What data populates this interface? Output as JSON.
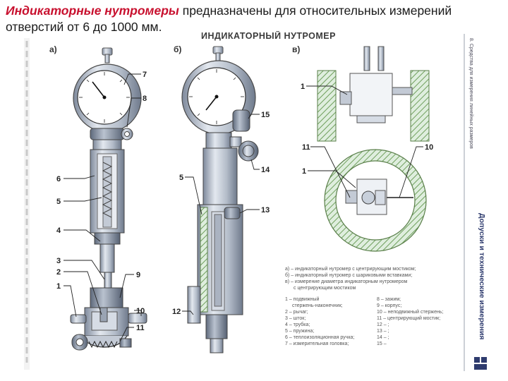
{
  "heading": {
    "emphasis": "Индикаторные нутромеры",
    "rest": " предназначены для относительных измерений отверстий от 6 до 1000 мм."
  },
  "sheet": {
    "title": "ИНДИКАТОРНЫЙ НУТРОМЕР",
    "side_title": "Допуски и технические измерения",
    "side_subtitle": "8. Средства для измерения линейных размеров",
    "sections": [
      "а)",
      "б)",
      "в)"
    ]
  },
  "callouts": {
    "a": [
      "7",
      "8",
      "6",
      "5",
      "4",
      "3",
      "2",
      "1",
      "9",
      "10",
      "11"
    ],
    "b": [
      "15",
      "14",
      "5",
      "13",
      "12"
    ],
    "c": [
      "1",
      "11",
      "10",
      "1"
    ]
  },
  "captions": [
    "а) – индикаторный нутромер с центрирующим мостиком;",
    "б) – индикаторный нутромер с шариковыми вставками;",
    "в) – измерение диаметра индикаторным нутромером",
    "с центрирующим мостиком"
  ],
  "legend": {
    "left": [
      "1 – подвижный",
      "стержень-наконечник;",
      "2 – рычаг;",
      "3 – шток;",
      "4 – трубка;",
      "5 – пружина;",
      "6 – теплоизоляционная ручка;",
      "7 – измерительная головка;"
    ],
    "right": [
      "8 – зажим;",
      "9 – корпус;",
      "10 – неподвижный стержень;",
      "11 – центрирующий мостик;",
      "12 – ;",
      "13 – ;",
      "14 – ;",
      "15 –"
    ]
  },
  "colors": {
    "accent": "#c8102e",
    "metal": "#a9b3c2",
    "hatch": "#7fae6a",
    "side_text": "#2e3b6e"
  }
}
